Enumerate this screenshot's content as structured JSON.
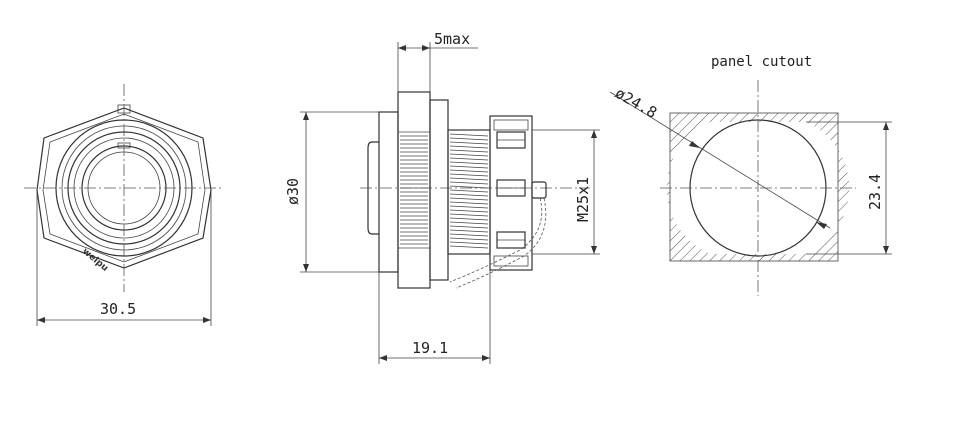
{
  "labels": {
    "width_hex": "30.5",
    "max_thickness": "5max",
    "flange_diameter": "ø30",
    "thread": "M25x1",
    "length": "19.1",
    "cutout_title": "panel cutout",
    "cutout_diameter": "ø24.8",
    "cutout_flat": "23.4",
    "brand_logo": "weipu"
  }
}
